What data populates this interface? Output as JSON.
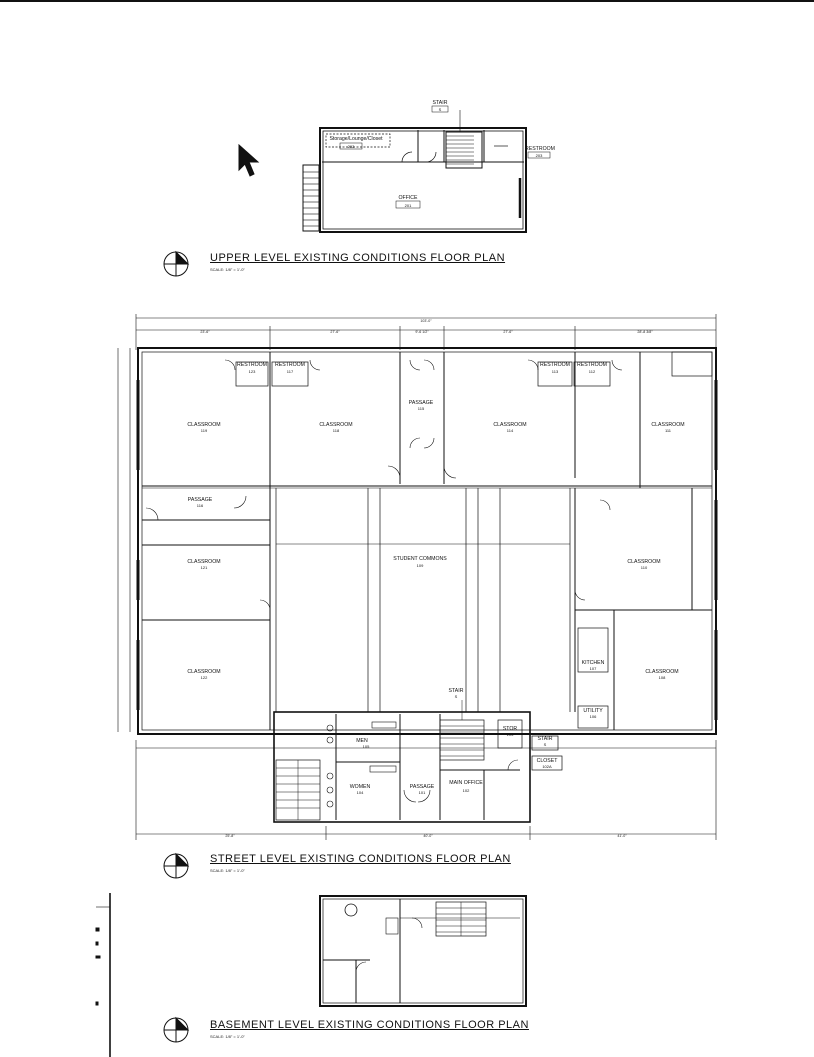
{
  "upper_plan": {
    "title": "UPPER LEVEL EXISTING CONDITIONS FLOOR PLAN",
    "scale": "SCALE: 1/8\" = 1'-0\"",
    "rooms": {
      "stair": {
        "label": "STAIR",
        "num": "S"
      },
      "restroom": {
        "label": "RESTROOM",
        "num": "203"
      },
      "storage": {
        "label": "Storage/Lounge/Closet",
        "num": "202"
      },
      "office": {
        "label": "OFFICE",
        "num": "201"
      }
    }
  },
  "street_plan": {
    "title": "STREET LEVEL EXISTING CONDITIONS FLOOR PLAN",
    "scale": "SCALE: 1/8\" = 1'-0\"",
    "overall_dim": "103'-0\"",
    "top_dims": [
      "23'-6\"",
      "27'-6\"",
      "9'-6 1/2\"",
      "27'-6\"",
      "28'-8 3/8\""
    ],
    "bottom_dims": [
      "25'-8\"",
      "40'-0\"",
      "41'-0\""
    ],
    "rooms": {
      "restroom_1": {
        "label": "RESTROOM",
        "num": "123"
      },
      "restroom_2": {
        "label": "RESTROOM",
        "num": "117"
      },
      "restroom_3": {
        "label": "RESTROOM",
        "num": "113"
      },
      "restroom_4": {
        "label": "RESTROOM",
        "num": "112"
      },
      "classroom_119": {
        "label": "CLASSROOM",
        "num": "119"
      },
      "classroom_118": {
        "label": "CLASSROOM",
        "num": "118"
      },
      "passage_115": {
        "label": "PASSAGE",
        "num": "115"
      },
      "classroom_114": {
        "label": "CLASSROOM",
        "num": "114"
      },
      "classroom_111": {
        "label": "CLASSROOM",
        "num": "111"
      },
      "passage_116": {
        "label": "PASSAGE",
        "num": "116"
      },
      "classroom_121": {
        "label": "CLASSROOM",
        "num": "121"
      },
      "classroom_122": {
        "label": "CLASSROOM",
        "num": "122"
      },
      "student_commons": {
        "label": "STUDENT COMMONS",
        "num": "109"
      },
      "classroom_110": {
        "label": "CLASSROOM",
        "num": "110"
      },
      "kitchen": {
        "label": "KITCHEN",
        "num": "107"
      },
      "utility": {
        "label": "UTILITY",
        "num": "106"
      },
      "classroom_108": {
        "label": "CLASSROOM",
        "num": "108"
      },
      "stair_main": {
        "label": "STAIR",
        "num": "S"
      },
      "men": {
        "label": "MEN",
        "num": "105"
      },
      "women": {
        "label": "WOMEN",
        "num": "104"
      },
      "passage_101": {
        "label": "PASSAGE",
        "num": "101"
      },
      "main_office": {
        "label": "MAIN OFFICE",
        "num": "102"
      },
      "stor": {
        "label": "STOR",
        "num": "103"
      },
      "stair_east": {
        "label": "STAIR",
        "num": "S"
      },
      "closet": {
        "label": "CLOSET",
        "num": "102A"
      }
    }
  },
  "basement_plan": {
    "title": "BASEMENT LEVEL EXISTING CONDITIONS FLOOR PLAN",
    "scale": "SCALE: 1/8\" = 1'-0\""
  },
  "colors": {
    "ink": "#111111",
    "background": "#ffffff"
  }
}
